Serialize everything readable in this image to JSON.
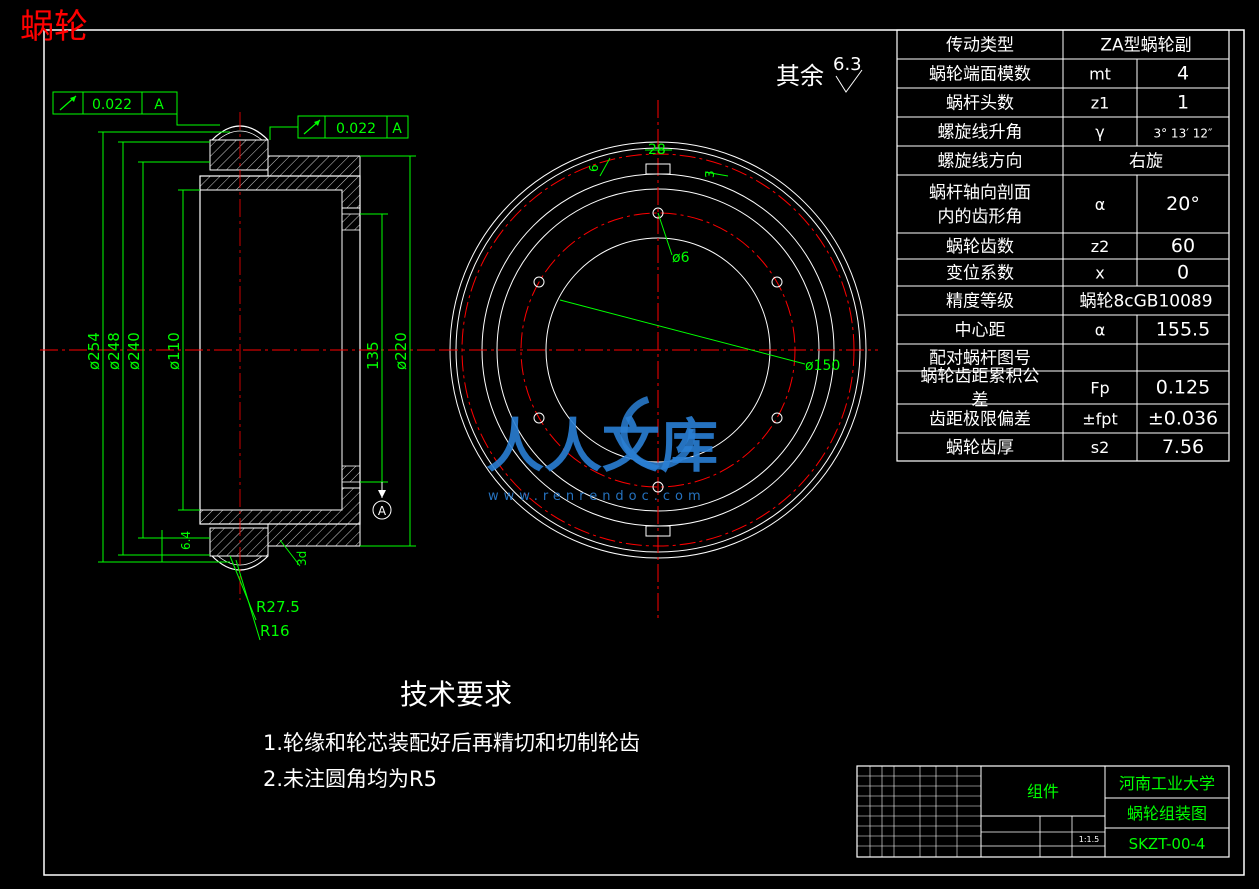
{
  "colors": {
    "background": "#000000",
    "frame": "#ffffff",
    "dimension": "#00ff00",
    "centerline": "#ff0000",
    "title": "#ff0000",
    "hatch": "#ffffff",
    "watermark_blue": "#2a7fd4"
  },
  "drawing": {
    "title": "蜗轮",
    "surface_note": "其余",
    "surface_value": "6.3"
  },
  "tolerance": {
    "frame1_value": "0.022",
    "frame1_datum": "A",
    "frame2_value": "0.022",
    "frame2_datum": "A"
  },
  "dims": {
    "d254": "ø254",
    "d248": "ø248",
    "d240": "ø240",
    "d110": "ø110",
    "d135": "135",
    "d220": "ø220",
    "r275": "R27.5",
    "r16": "R16",
    "c64": "6.4",
    "c3": "3d",
    "datum_a": "A",
    "front_28": "28",
    "front_6": "6",
    "front_3": "3",
    "front_d6": "ø6",
    "front_d150": "ø150"
  },
  "params": [
    {
      "label": "传动类型",
      "sym": "",
      "value": "ZA型蜗轮副",
      "span": true
    },
    {
      "label": "蜗轮端面模数",
      "sym": "mt",
      "value": "4"
    },
    {
      "label": "蜗杆头数",
      "sym": "z1",
      "value": "1"
    },
    {
      "label": "螺旋线升角",
      "sym": "γ",
      "value": "3° 13′ 12″"
    },
    {
      "label": "螺旋线方向",
      "sym": "",
      "value": "右旋",
      "span": true
    },
    {
      "label": "蜗杆轴向剖面内的齿形角",
      "label1": "蜗杆轴向剖面",
      "label2": "内的齿形角",
      "sym": "α",
      "value": "20°"
    },
    {
      "label": "蜗轮齿数",
      "sym": "z2",
      "value": "60"
    },
    {
      "label": "变位系数",
      "sym": "x",
      "value": "0"
    },
    {
      "label": "精度等级",
      "sym": "",
      "value": "蜗轮8cGB10089",
      "span": true
    },
    {
      "label": "中心距",
      "sym": "α",
      "value": "155.5"
    },
    {
      "label": "配对蜗杆图号",
      "sym": "",
      "value": ""
    },
    {
      "label": "蜗轮齿距累积公差",
      "label1": "蜗轮齿距累积公",
      "label2": "差",
      "sym": "Fp",
      "value": "0.125"
    },
    {
      "label": "齿距极限偏差",
      "sym": "±fpt",
      "value": "±0.036"
    },
    {
      "label": "蜗轮齿厚",
      "sym": "s2",
      "value": "7.56"
    }
  ],
  "tech": {
    "heading": "技术要求",
    "item1": "1.轮缘和轮芯装配好后再精切和切制轮齿",
    "item2": "2.未注圆角均为R5"
  },
  "title_block": {
    "component": "组件",
    "school": "河南工业大学",
    "drawing_name": "蜗轮组装图",
    "drawing_no": "SKZT-00-4",
    "scale": "1:1.5"
  },
  "watermark": {
    "logo_text": "人人文库",
    "url": "www.renrendoc.com"
  }
}
